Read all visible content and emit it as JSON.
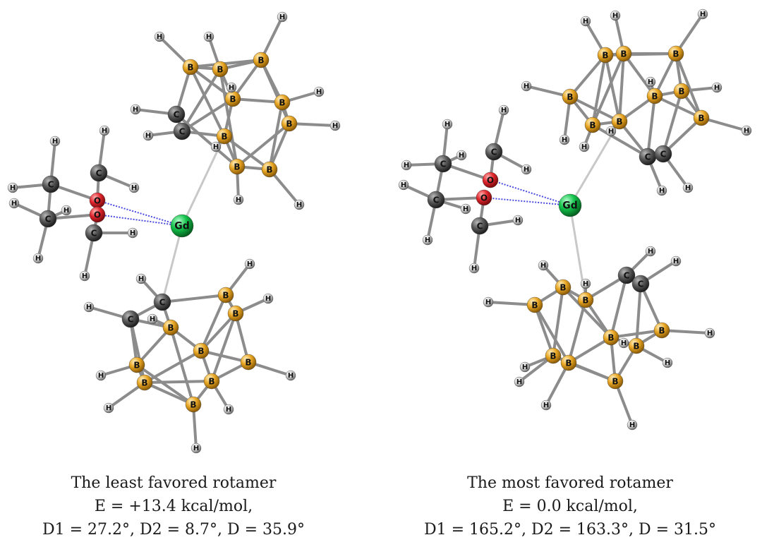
{
  "figure": {
    "left": {
      "caption": {
        "title": "The least favored rotamer",
        "energy": "E = +13.4 kcal/mol,",
        "angles": "D1 = 27.2°, D2 = 8.7°, D = 35.9°"
      }
    },
    "right": {
      "caption": {
        "title": "The most favored rotamer",
        "energy": "E = 0.0 kcal/mol,",
        "angles": "D1 = 165.2°, D2 = 163.3°, D = 31.5°"
      }
    }
  },
  "atom_labels": {
    "H": "H",
    "B": "B",
    "C": "C",
    "O": "O",
    "Gd": "Gd"
  },
  "atom_colors": {
    "H": "#cfcfcf",
    "B": "#e8a623",
    "C": "#5a5a5a",
    "O": "#e0262c",
    "Gd": "#12c24a",
    "bond": "#8c8c8c",
    "coordination_bond": "#c8c8c8",
    "dative_dotted": "#4a4ae0"
  }
}
